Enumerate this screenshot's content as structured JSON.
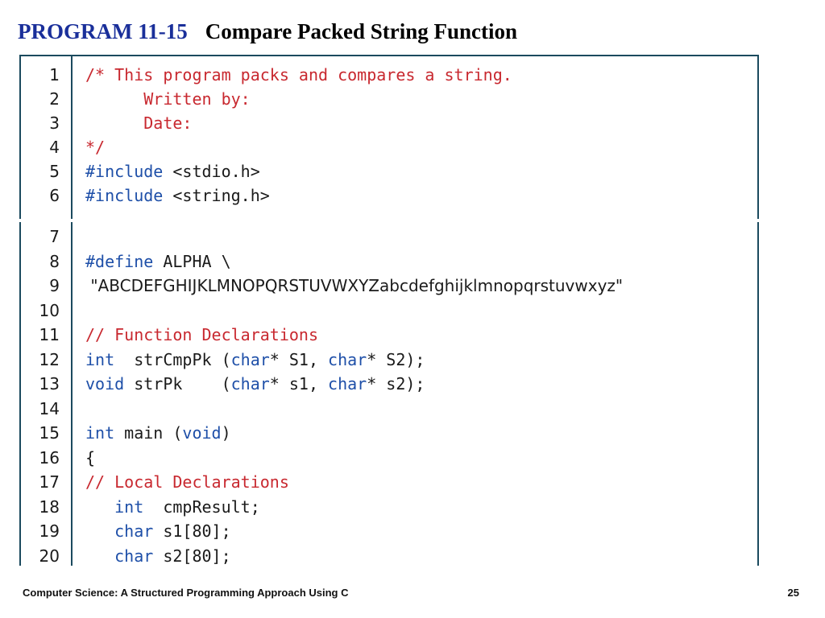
{
  "title": {
    "program_label": "PROGRAM 11-15",
    "program_name": "Compare Packed String Function"
  },
  "code_lines": [
    {
      "number": "1",
      "tokens": [
        {
          "t": "/* This program packs and compares a string.",
          "k": "comment"
        }
      ]
    },
    {
      "number": "2",
      "tokens": [
        {
          "t": "      Written by:",
          "k": "comment"
        }
      ]
    },
    {
      "number": "3",
      "tokens": [
        {
          "t": "      Date:",
          "k": "comment"
        }
      ]
    },
    {
      "number": "4",
      "tokens": [
        {
          "t": "*/",
          "k": "comment"
        }
      ]
    },
    {
      "number": "5",
      "tokens": [
        {
          "t": "#include",
          "k": "keyword"
        },
        {
          "t": " <stdio.h>",
          "k": "plain"
        }
      ]
    },
    {
      "number": "6",
      "tokens": [
        {
          "t": "#include",
          "k": "keyword"
        },
        {
          "t": " <string.h>",
          "k": "plain"
        }
      ]
    },
    {
      "number": "7",
      "tokens": []
    },
    {
      "number": "8",
      "tokens": [
        {
          "t": "#define",
          "k": "keyword"
        },
        {
          "t": " ALPHA \\",
          "k": "plain"
        }
      ]
    },
    {
      "number": "9",
      "literal": true,
      "tokens": [
        {
          "t": " \"ABCDEFGHIJKLMNOPQRSTUVWXYZabcdefghijklmnopqrstuvwxyz\"",
          "k": "plain"
        }
      ]
    },
    {
      "number": "10",
      "tokens": []
    },
    {
      "number": "11",
      "tokens": [
        {
          "t": "// Function Declarations",
          "k": "comment"
        }
      ]
    },
    {
      "number": "12",
      "tokens": [
        {
          "t": "int",
          "k": "keyword"
        },
        {
          "t": "  strCmpPk (",
          "k": "plain"
        },
        {
          "t": "char",
          "k": "keyword"
        },
        {
          "t": "* S1, ",
          "k": "plain"
        },
        {
          "t": "char",
          "k": "keyword"
        },
        {
          "t": "* S2);",
          "k": "plain"
        }
      ]
    },
    {
      "number": "13",
      "tokens": [
        {
          "t": "void",
          "k": "keyword"
        },
        {
          "t": " strPk    (",
          "k": "plain"
        },
        {
          "t": "char",
          "k": "keyword"
        },
        {
          "t": "* s1, ",
          "k": "plain"
        },
        {
          "t": "char",
          "k": "keyword"
        },
        {
          "t": "* s2);",
          "k": "plain"
        }
      ]
    },
    {
      "number": "14",
      "tokens": []
    },
    {
      "number": "15",
      "tokens": [
        {
          "t": "int",
          "k": "keyword"
        },
        {
          "t": " main (",
          "k": "plain"
        },
        {
          "t": "void",
          "k": "keyword"
        },
        {
          "t": ")",
          "k": "plain"
        }
      ]
    },
    {
      "number": "16",
      "tokens": [
        {
          "t": "{",
          "k": "plain"
        }
      ]
    },
    {
      "number": "17",
      "tokens": [
        {
          "t": "// Local Declarations",
          "k": "comment"
        }
      ]
    },
    {
      "number": "18",
      "tokens": [
        {
          "t": "   ",
          "k": "plain"
        },
        {
          "t": "int",
          "k": "keyword"
        },
        {
          "t": "  cmpResult;",
          "k": "plain"
        }
      ]
    },
    {
      "number": "19",
      "tokens": [
        {
          "t": "   ",
          "k": "plain"
        },
        {
          "t": "char",
          "k": "keyword"
        },
        {
          "t": " s1[80];",
          "k": "plain"
        }
      ]
    },
    {
      "number": "20",
      "tokens": [
        {
          "t": "   ",
          "k": "plain"
        },
        {
          "t": "char",
          "k": "keyword"
        },
        {
          "t": " s2[80];",
          "k": "plain"
        }
      ]
    }
  ],
  "colors": {
    "comment": "#c8282f",
    "keyword": "#1e4fa8",
    "plain": "#1a1a1a",
    "title_label": "#1a2f9a",
    "frame": "#1b4a5e"
  },
  "footer": {
    "book_title": "Computer Science: A Structured Programming Approach Using C",
    "page_number": "25"
  }
}
